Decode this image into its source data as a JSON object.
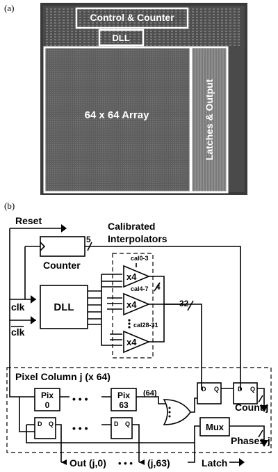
{
  "panel_a": {
    "caption": "(a)",
    "labels": {
      "control_counter": "Control & Counter",
      "dll": "DLL",
      "array": "64 x 64 Array",
      "latches_output": "Latches & Output"
    }
  },
  "panel_b": {
    "caption": "(b)",
    "labels": {
      "reset": "Reset",
      "calibrated": "Calibrated",
      "interpolators": "Interpolators",
      "bus5": "5",
      "counter": "Counter",
      "clk": "clk",
      "clk_bar": "clk",
      "dll": "DLL",
      "x4": "x4",
      "bus4": "4",
      "cal0": "cal0-3",
      "cal1": "cal4-7",
      "cal2": "cal28-31",
      "bus32": "32",
      "pixel_column": "Pixel Column j (x 64)",
      "pix0_a": "Pix",
      "pix0_b": "0",
      "pix63_a": "Pix",
      "pix63_b": "63",
      "ellipsis": "• • •",
      "or_count": "(64)",
      "dq_d": "D",
      "dq_q": "Q",
      "mux": "Mux",
      "count_j": "Count j",
      "phases_j": "Phases j",
      "out_j0": "Out (j,0)",
      "out_dots": "• • •",
      "out_j63": "(j,63)",
      "latch": "Latch"
    }
  }
}
